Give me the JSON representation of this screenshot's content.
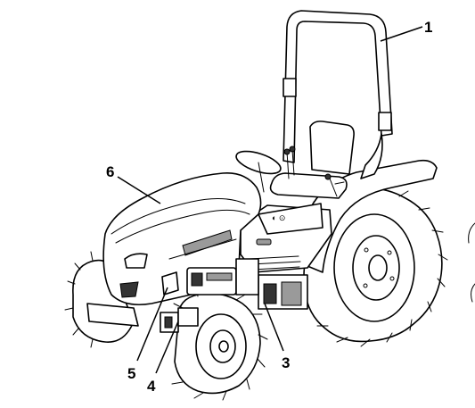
{
  "diagram": {
    "callouts": [
      {
        "id": "1",
        "label": "1"
      },
      {
        "id": "3",
        "label": "3"
      },
      {
        "id": "4",
        "label": "4"
      },
      {
        "id": "5",
        "label": "5"
      },
      {
        "id": "6",
        "label": "6"
      }
    ]
  }
}
